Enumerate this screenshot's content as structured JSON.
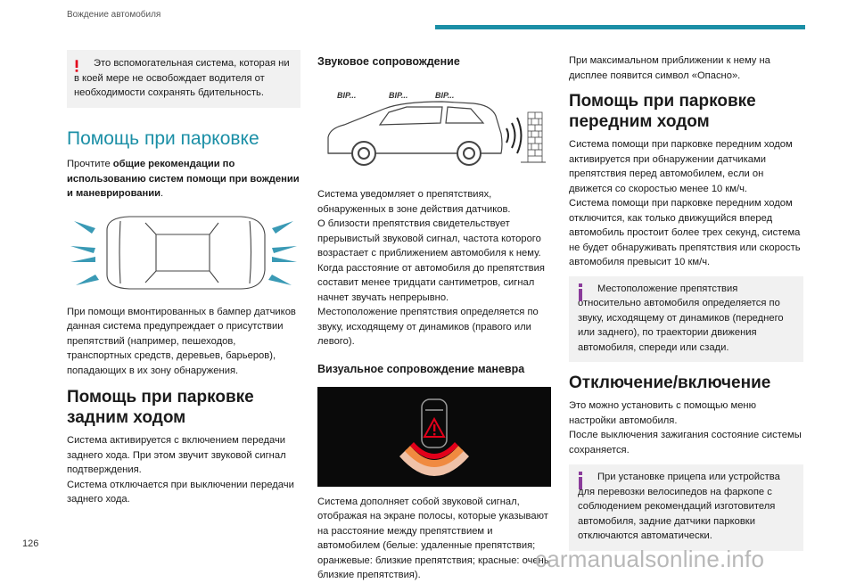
{
  "header": {
    "section": "Вождение автомобиля"
  },
  "page_number": "126",
  "watermark": "carmanualsonline.info",
  "col1": {
    "warning": "Это вспомогательная система, которая ни в коей мере не освобождает водителя от необходимости сохранять бдительность.",
    "section_title": "Помощь при парковке",
    "read_prefix": "Прочтите ",
    "read_bold": "общие рекомендации по использованию систем помощи при вождении и маневрировании",
    "read_suffix": ".",
    "sensors_text": "При помощи вмонтированных в бампер датчиков данная система предупреждает о присутствии препятствий (например, пешеходов, транспортных средств, деревьев, барьеров), попадающих в их зону обнаружения.",
    "rear_title": "Помощь при парковке задним ходом",
    "rear_text1": "Система активируется с включением передачи заднего хода. При этом звучит звуковой сигнал подтверждения.",
    "rear_text2": "Система отключается при выключении передачи заднего хода."
  },
  "col2": {
    "sound_title": "Звуковое сопровождение",
    "beep1": "BIP...",
    "beep2": "BIP...",
    "beep3": "BIP...",
    "sound_text1": "Система уведомляет о препятствиях, обнаруженных в зоне действия датчиков.",
    "sound_text2": "О близости препятствия свидетельствует прерывистый звуковой сигнал, частота которого возрастает с приближением автомобиля к нему.",
    "sound_text3": "Когда расстояние от автомобиля до препятствия составит менее тридцати сантиметров, сигнал начнет звучать непрерывно.",
    "sound_text4": "Местоположение препятствия определяется по звуку, исходящему от динамиков (правого или левого).",
    "visual_title": "Визуальное сопровождение маневра",
    "visual_text": "Система дополняет собой звуковой сигнал, отображая на экране полосы, которые указывают на расстояние между препятствием и автомобилем (белые: удаленные препятствия; оранжевые: близкие препятствия; красные: очень близкие препятствия)."
  },
  "col3": {
    "danger_text": "При максимальном приближении к нему на дисплее появится символ «Опасно».",
    "front_title": "Помощь при парковке передним ходом",
    "front_text1": "Система помощи при парковке передним ходом активируется при обнаружении датчиками препятствия перед автомобилем, если он движется со скоростью менее 10 км/ч.",
    "front_text2": "Система помощи при парковке передним ходом отключится, как только движущийся вперед автомобиль простоит более трех секунд, система не будет обнаруживать препятствия или скорость автомобиля превысит 10 км/ч.",
    "info1": "Местоположение препятствия относительно автомобиля определяется по звуку, исходящему от динамиков (переднего или заднего), по траектории движения автомобиля, спереди или сзади.",
    "onoff_title": "Отключение/включение",
    "onoff_text1": "Это можно установить с помощью меню настройки автомобиля.",
    "onoff_text2": "После выключения зажигания состояние системы сохраняется.",
    "info2": "При установке прицепа или устройства для перевозки велосипедов на фаркопе с соблюдением рекомендаций изготовителя автомобиля, задние датчики парковки отключаются автоматически."
  },
  "colors": {
    "accent": "#1b8fa6",
    "warning_red": "#e2001a",
    "info_purple": "#8a3b9a",
    "box_bg": "#f1f1f1"
  }
}
